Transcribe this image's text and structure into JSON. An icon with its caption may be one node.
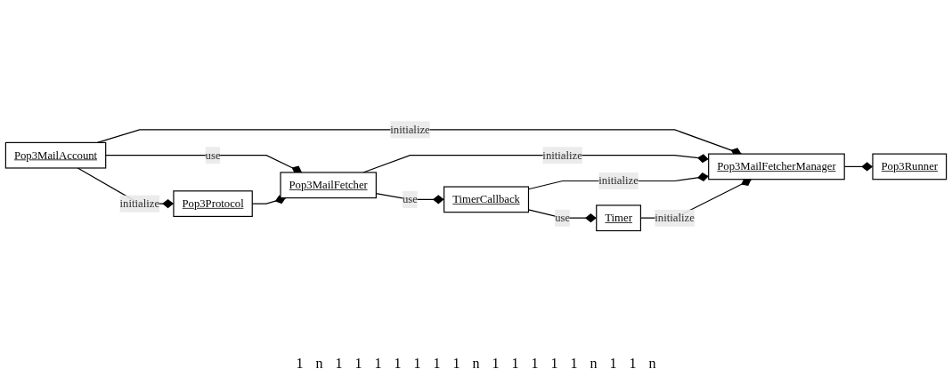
{
  "diagram": {
    "nodes": [
      {
        "text": [
          "Pop3MailAccount"
        ]
      },
      {
        "text": [
          "Pop3Runner"
        ]
      },
      {
        "text": [
          "Pop3MailFetcherManager"
        ]
      },
      {
        "text": [
          "Pop3MailFetcher"
        ]
      },
      {
        "text": [
          "Pop3Protocol"
        ]
      },
      {
        "text": [
          "TimerCallback"
        ]
      },
      {
        "text": [
          "Timer"
        ]
      }
    ],
    "edges": [
      {
        "from": 2,
        "to": 1,
        "arrow": "other"
      },
      {
        "from": 0,
        "to": 2,
        "arrow": "other",
        "label": "initialize"
      },
      {
        "from": 0,
        "to": 3,
        "arrow": "other",
        "label": "use"
      },
      {
        "from": 0,
        "to": 4,
        "arrow": "other",
        "label": "initialize"
      },
      {
        "from": 3,
        "to": 2,
        "arrow": "other",
        "label": "initialize"
      },
      {
        "from": 4,
        "to": 3,
        "arrow": "other"
      },
      {
        "from": 3,
        "to": 5,
        "arrow": "other",
        "label": "use"
      },
      {
        "from": 5,
        "to": 2,
        "arrow": "other",
        "label": "initialize"
      },
      {
        "from": 5,
        "to": 6,
        "arrow": "other",
        "label": "use"
      },
      {
        "from": 6,
        "to": 2,
        "arrow": "other",
        "label": "initialize"
      }
    ],
    "labels": [
      "1",
      "n",
      "1",
      "1",
      "1",
      "1",
      "1",
      "1",
      "1",
      "n",
      "1",
      "1",
      "1",
      "1",
      "1",
      "n",
      "1",
      "1",
      "n"
    ]
  }
}
